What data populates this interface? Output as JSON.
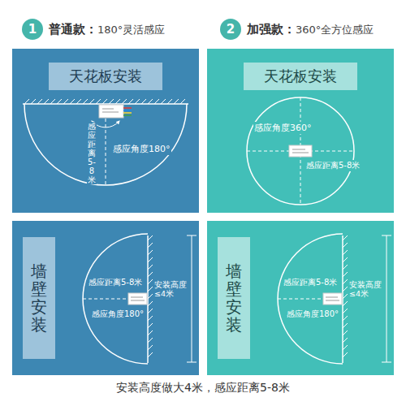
{
  "diagram": {
    "caption": "安装高度做大4米，感应距离5-8米",
    "nodes": [
      {
        "text": [
          "1"
        ]
      },
      {
        "text": [
          "2"
        ]
      },
      {
        "text": [
          "天花板安装"
        ]
      },
      {
        "text": [
          "天花板安装"
        ]
      },
      {
        "text": [
          "墙壁安装"
        ]
      },
      {
        "text": [
          "墙壁安装"
        ]
      }
    ],
    "labels": [
      "普通款：",
      "180°灵活感应",
      "加强款：",
      "360°全方位感应",
      "感应角度180°",
      "感应距离5-8米",
      "感应角度360°",
      "感应距离5-8米",
      "感应距离5-8米",
      "感应角度180°",
      "安装高度≤4米",
      "感应距离5-8米",
      "感应角度180°",
      "安装高度≤4米"
    ]
  }
}
